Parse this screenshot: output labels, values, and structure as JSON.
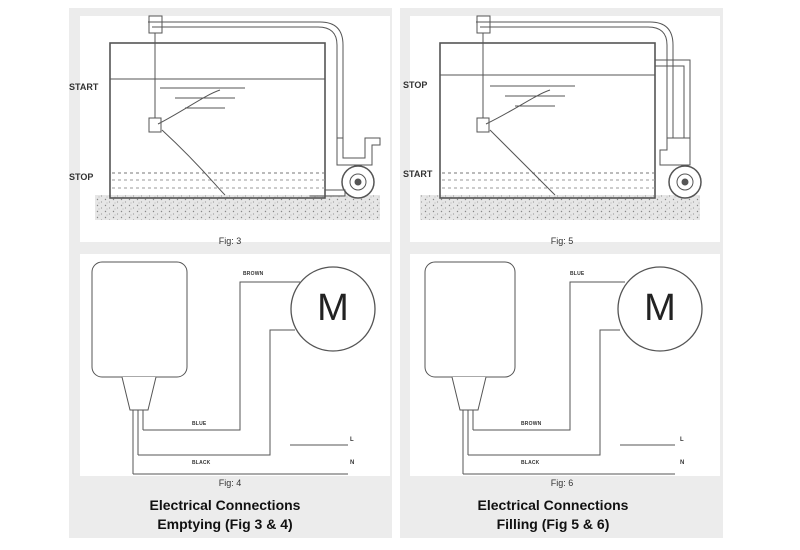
{
  "left": {
    "tank": {
      "top_label": "START",
      "bottom_label": "STOP",
      "fig_label": "Fig: 3"
    },
    "wiring": {
      "wire_top": "BROWN",
      "wire_mid": "BLUE",
      "wire_bottom": "BLACK",
      "terminal_l": "L",
      "terminal_n": "N",
      "motor": "M",
      "fig_label": "Fig: 4"
    },
    "caption_line1": "Electrical Connections",
    "caption_line2": "Emptying (Fig 3 & 4)"
  },
  "right": {
    "tank": {
      "top_label": "STOP",
      "bottom_label": "START",
      "fig_label": "Fig: 5"
    },
    "wiring": {
      "wire_top": "BLUE",
      "wire_mid": "BROWN",
      "wire_bottom": "BLACK",
      "terminal_l": "L",
      "terminal_n": "N",
      "motor": "M",
      "fig_label": "Fig: 6"
    },
    "caption_line1": "Electrical Connections",
    "caption_line2": "Filling (Fig 5 & 6)"
  }
}
